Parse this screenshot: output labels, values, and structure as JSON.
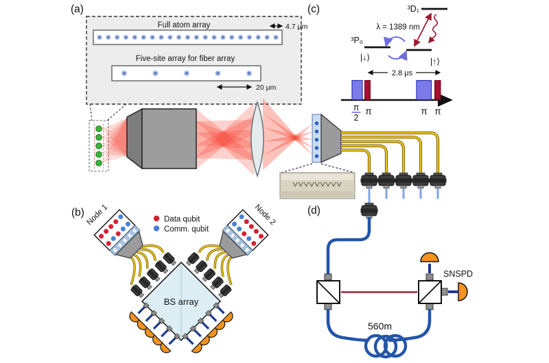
{
  "colors": {
    "beam_red": "#f4341f",
    "fiber_yellow": "#eec81e",
    "fiber_outline": "#6b5400",
    "fiber_blue": "#2355a8",
    "glow_blue": "#7fa4e8",
    "detector_orange": "#f6921e",
    "detector_stem": "#1a3a8c",
    "data_qubit_red": "#d81f30",
    "comm_qubit_blue": "#4a7fd4",
    "atom_green": "#3cb53c",
    "atom_blue": "#2c4fa8",
    "pulse_blue": "#7b7bea",
    "pulse_blue_text": "#4a4ad8",
    "pulse_red": "#a31230",
    "arrow_red": "#9b1b30",
    "arrow_blue": "#6c6ce0",
    "bs_fill": "#ddedf4",
    "metal_gray": "#9b9b9b",
    "connector_dark": "#3c3c3c",
    "free_space_beam": "#9e1e38"
  },
  "panel_a": {
    "label": "(a)",
    "full_array_title": "Full atom array",
    "full_array_scale": "4.7 μm",
    "full_array_atoms": 21,
    "five_site_title": "Five-site array for fiber array",
    "five_site_scale": "20 μm",
    "five_site_atoms": 5,
    "trap_atoms": 5,
    "fibers": 5
  },
  "panel_b": {
    "label": "(b)",
    "node1_label": "Node 1",
    "node2_label": "Node 2",
    "bs_label": "BS array",
    "legend": [
      {
        "label": "Data qubit",
        "color_key": "data_qubit_red"
      },
      {
        "label": "Comm. qubit",
        "color_key": "comm_qubit_blue"
      }
    ],
    "node1_qubits": [
      [
        "red",
        "red",
        "red",
        "red",
        "blue"
      ],
      [
        "red",
        "blue",
        "red",
        "blue",
        "blue"
      ]
    ],
    "node2_qubits": [
      [
        "blue",
        "red",
        "red",
        "red",
        "red"
      ],
      [
        "blue",
        "blue",
        "red",
        "blue",
        "red"
      ]
    ],
    "connectors_per_side": 5,
    "detectors_per_side": 5
  },
  "panel_c": {
    "label": "(c)",
    "upper_level": "³D₁",
    "lower_left_level": "³P₀",
    "wavelength": "λ = 1389 nm",
    "down_state": "|↓⟩",
    "up_state": "|↑⟩",
    "gap_label": "2.8 μs",
    "pulses": {
      "frac_num": "π",
      "frac_den": "2",
      "pi_red_1": "π",
      "pi_blue": "π",
      "pi_red_2": "π"
    }
  },
  "panel_d": {
    "label": "(d)",
    "fiber_length": "560m",
    "detector_label": "SNSPD"
  }
}
